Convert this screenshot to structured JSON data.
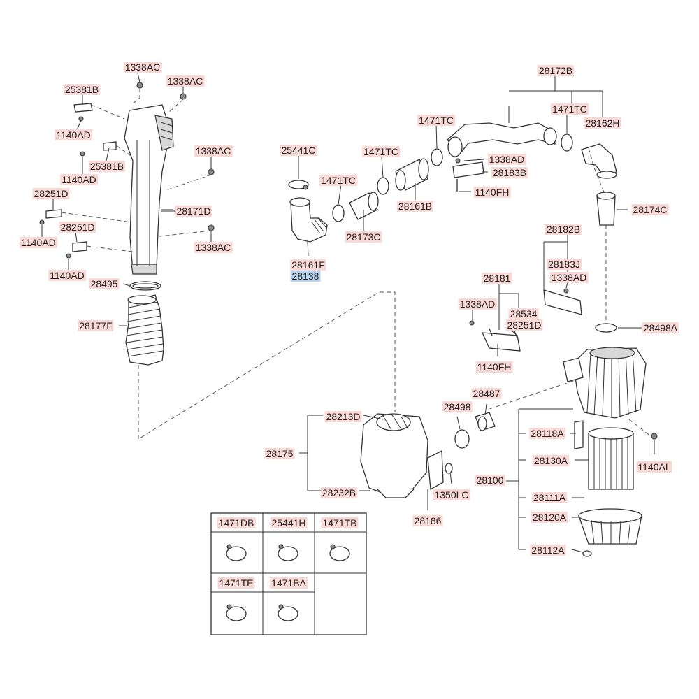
{
  "colors": {
    "label_bg": "#f9d9d6",
    "label_highlight_bg": "#b9d3ef",
    "line": "#333333"
  },
  "labels": {
    "p1338AC_a": "1338AC",
    "p1338AC_b": "1338AC",
    "p25381B_a": "25381B",
    "p1140AD_a": "1140AD",
    "p25381B_b": "25381B",
    "p1140AD_b": "1140AD",
    "p1338AC_c": "1338AC",
    "p28251D_a": "28251D",
    "p28171D": "28171D",
    "p1140AD_c": "1140AD",
    "p28251D_b": "28251D",
    "p1338AC_d": "1338AC",
    "p1140AD_d": "1140AD",
    "p28495": "28495",
    "p28177F": "28177F",
    "p25441C": "25441C",
    "p1471TC_a": "1471TC",
    "p1471TC_b": "1471TC",
    "p1471TC_c": "1471TC",
    "p28161B": "28161B",
    "p28173C": "28173C",
    "p28161F": "28161F",
    "p28138": "28138",
    "p28172B": "28172B",
    "p1471TC_d": "1471TC",
    "p28162H": "28162H",
    "p1338AD_a": "1338AD",
    "p28183B": "28183B",
    "p1140FH_a": "1140FH",
    "p28174C": "28174C",
    "p28182B": "28182B",
    "p28183J": "28183J",
    "p1338AD_b": "1338AD",
    "p28181": "28181",
    "p1338AD_c": "1338AD",
    "p28534": "28534",
    "p28251D_c": "28251D",
    "p1140FH_b": "1140FH",
    "p28498A": "28498A",
    "p28487": "28487",
    "p28498": "28498",
    "p28213D": "28213D",
    "p28175": "28175",
    "p28232B": "28232B",
    "p28186": "28186",
    "p1350LC": "1350LC",
    "p28100": "28100",
    "p28118A": "28118A",
    "p28130A": "28130A",
    "p1140AL": "1140AL",
    "p28111A": "28111A",
    "p28120A": "28120A",
    "p28112A": "28112A"
  },
  "kits": {
    "k1471DB": "1471DB",
    "k25441H": "25441H",
    "k1471TB": "1471TB",
    "k1471TE": "1471TE",
    "k1471BA": "1471BA"
  }
}
